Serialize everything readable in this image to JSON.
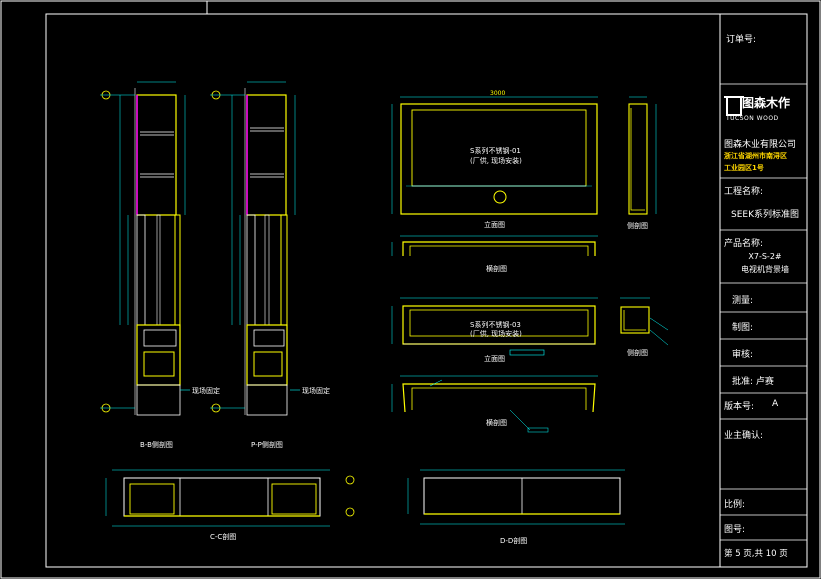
{
  "title_block": {
    "order_no_label": "订单号:",
    "company_cn": "图森木作",
    "company_en": "TUCSON WOOD",
    "company_full": "图森木业有限公司",
    "address_line1": "浙江省湖州市南浔区",
    "address_line2": "工业园区1号",
    "project_label": "工程名称:",
    "project_value": "SEEK系列标准图",
    "product_label": "产品名称:",
    "product_code": "X7-S-2#",
    "product_name": "电视机背景墙",
    "measure_label": "测量:",
    "draw_label": "制图:",
    "review_label": "审核:",
    "approve_label": "批准: 卢赛",
    "version_label": "版本号:",
    "version_value": "A",
    "owner_label": "业主确认:",
    "scale_label": "比例:",
    "drawing_no_label": "图号:",
    "page_label": "第 5 页,共 10 页"
  },
  "views": {
    "bb_section": "B-B侧剖图",
    "pp_section": "P-P侧剖图",
    "cc_section": "C-C剖图",
    "dd_section": "D-D剖图",
    "front1": "立面图",
    "side1": "侧剖图",
    "plan1": "横剖图",
    "front2": "立面图",
    "side2": "侧剖图",
    "plan2": "横剖图"
  },
  "notes": {
    "sink1_title": "S系列不锈钢-01",
    "sink1_sub": "(厂供, 现场安装)",
    "sink2_title": "S系列不锈钢-03",
    "sink2_sub": "(厂供, 现场安装)",
    "fix1": "现场固定",
    "fix2": "现场固定",
    "dim_total_top": "3000"
  },
  "colors": {
    "yellow": "#ffff00",
    "white": "#ffffff",
    "cyan": "#00ffff",
    "magenta": "#ff00ff",
    "blue": "#6060ff",
    "green": "#00ff00"
  }
}
